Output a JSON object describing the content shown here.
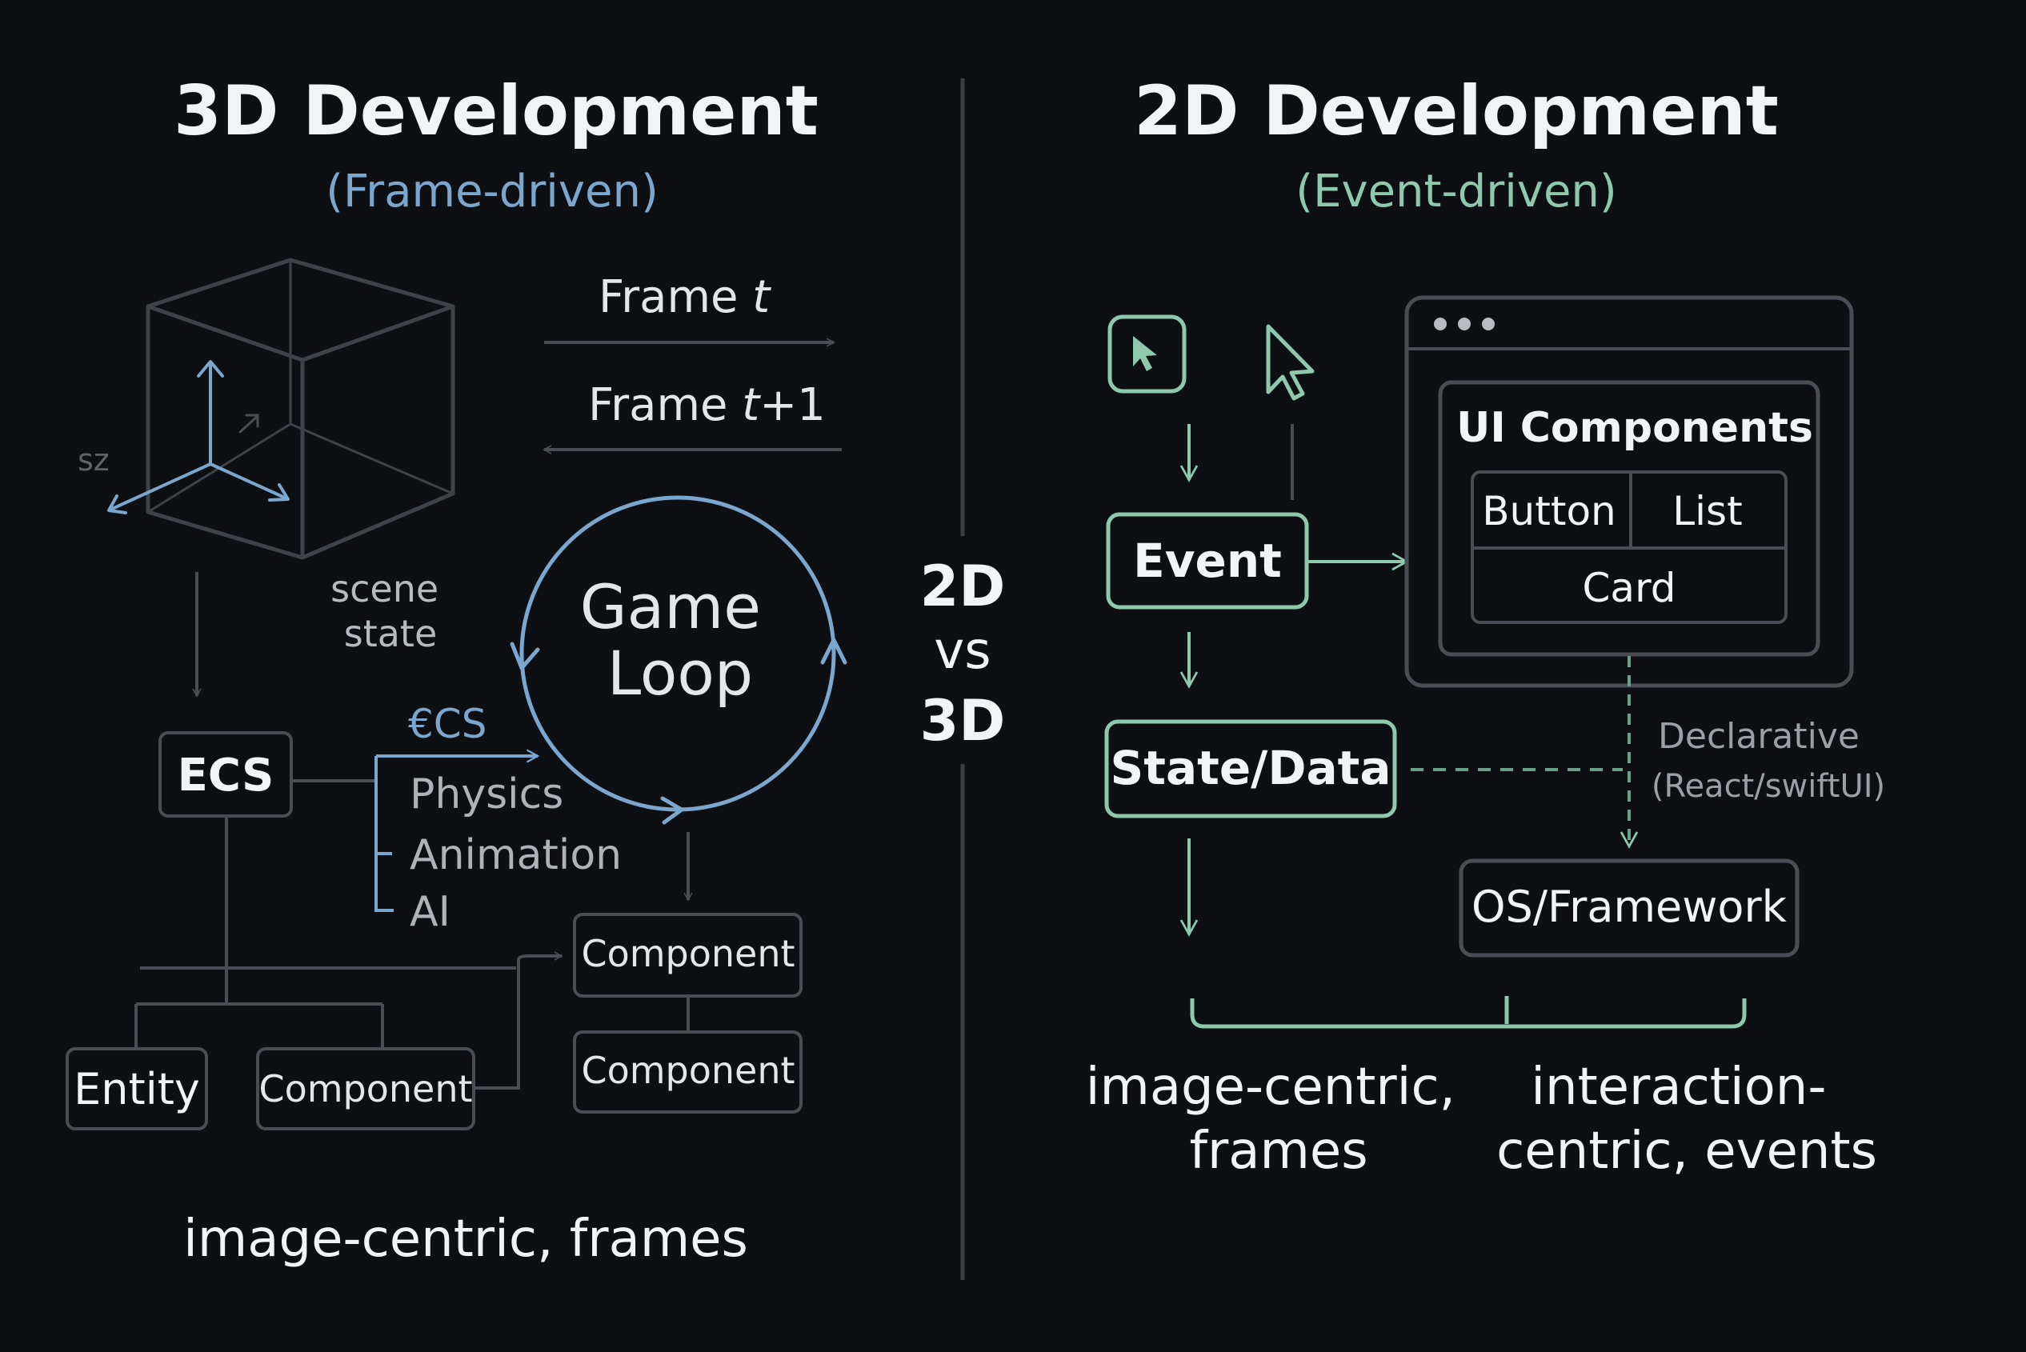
{
  "colors": {
    "background": "#0d0f12",
    "title": "#f2f3f4",
    "text": "#e4e6e8",
    "muted": "#9aa0a6",
    "frame_accent": "#7ba7cf",
    "event_accent": "#8ec9ae",
    "line": "#4a4e54"
  },
  "left": {
    "title": "3D Development",
    "subtitle": "(Frame-driven)",
    "cube_label": "sz",
    "frame_t": "Frame ",
    "frame_t_var": "t",
    "frame_t1": "Frame ",
    "frame_t1_var": "t",
    "frame_t1_suffix": "+1",
    "scene_state_line1": "scene",
    "scene_state_line2": "state",
    "game_loop_line1": "Game",
    "game_loop_line2": "Loop",
    "ecs_box": "ECS",
    "ecs_tag": "€CS",
    "systems": [
      "Physics",
      "Animation",
      "AI"
    ],
    "entity": "Entity",
    "component_bottom": "Component",
    "component_top": "Component",
    "component_lower": "Component",
    "caption": "image-centric, frames"
  },
  "center": {
    "line1": "2D",
    "line2": "vs",
    "line3": "3D"
  },
  "right": {
    "title": "2D Development",
    "subtitle": "(Event-driven)",
    "event": "Event",
    "state_data": "State/Data",
    "ui_components": "UI Components",
    "button": "Button",
    "list": "List",
    "card": "Card",
    "declarative_line1": "Declarative",
    "declarative_line2": "(React/swiftUI)",
    "os_framework": "OS/Framework",
    "caption_left_line1": "image-centric,",
    "caption_left_line2": "frames",
    "caption_right_line1": "interaction-",
    "caption_right_line2": "centric, events"
  }
}
